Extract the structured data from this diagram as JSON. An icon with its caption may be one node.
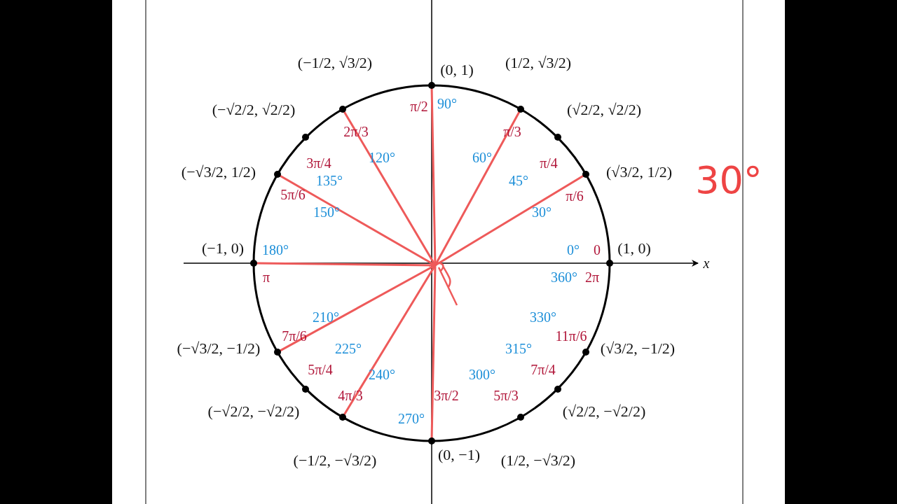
{
  "diagram": {
    "nodes": [
      {
        "text": [],
        "shape": "circle",
        "beside": [
          "(1, 0)"
        ]
      },
      {
        "text": [],
        "shape": "circle",
        "beside": [
          "(√3/2, 1/2)"
        ]
      },
      {
        "text": [],
        "shape": "circle",
        "beside": [
          "(√2/2, √2/2)"
        ]
      },
      {
        "text": [],
        "shape": "circle",
        "beside": [
          "(1/2, √3/2)"
        ]
      },
      {
        "text": [],
        "shape": "circle",
        "beside": [
          "(0, 1)"
        ]
      },
      {
        "text": [],
        "shape": "circle",
        "beside": [
          "(−1/2, √3/2)"
        ]
      },
      {
        "text": [],
        "shape": "circle",
        "beside": [
          "(−√2/2, √2/2)"
        ]
      },
      {
        "text": [],
        "shape": "circle",
        "beside": [
          "(−√3/2, 1/2)"
        ]
      },
      {
        "text": [],
        "shape": "circle",
        "beside": [
          "(−1, 0)"
        ]
      },
      {
        "text": [],
        "shape": "circle",
        "beside": [
          "(−√3/2, −1/2)"
        ]
      },
      {
        "text": [],
        "shape": "circle",
        "beside": [
          "(−√2/2, −√2/2)"
        ]
      },
      {
        "text": [],
        "shape": "circle",
        "beside": [
          "(−1/2, −√3/2)"
        ]
      },
      {
        "text": [],
        "shape": "circle",
        "beside": [
          "(0, −1)"
        ]
      },
      {
        "text": [],
        "shape": "circle",
        "beside": [
          "(1/2, −√3/2)"
        ]
      },
      {
        "text": [],
        "shape": "circle",
        "beside": [
          "(√2/2, −√2/2)"
        ]
      },
      {
        "text": [],
        "shape": "circle",
        "beside": [
          "(√3/2, −1/2)"
        ]
      }
    ],
    "edges": [
      {
        "from": null,
        "to": 4,
        "arrow": "none"
      },
      {
        "from": null,
        "to": 3,
        "arrow": "none"
      },
      {
        "from": null,
        "to": 1,
        "arrow": "none"
      },
      {
        "from": null,
        "to": 5,
        "arrow": "none"
      },
      {
        "from": null,
        "to": 7,
        "arrow": "none"
      },
      {
        "from": null,
        "to": 8,
        "arrow": "none"
      },
      {
        "from": null,
        "to": 9,
        "arrow": "none"
      },
      {
        "from": null,
        "to": 11,
        "arrow": "none"
      },
      {
        "from": null,
        "to": 12,
        "arrow": "none"
      }
    ],
    "labels": [
      "π/2",
      "90°",
      "2π/3",
      "120°",
      "π/3",
      "60°",
      "3π/4",
      "135°",
      "π/4",
      "45°",
      "5π/6",
      "150°",
      "π/6",
      "30°",
      "30°",
      "180°",
      "0°",
      "0",
      "x",
      "π",
      "360°",
      "2π",
      "210°",
      "330°",
      "7π/6",
      "11π/6",
      "225°",
      "315°",
      "5π/4",
      "7π/4",
      "240°",
      "300°",
      "4π/3",
      "5π/3",
      "270°",
      "3π/2"
    ]
  }
}
